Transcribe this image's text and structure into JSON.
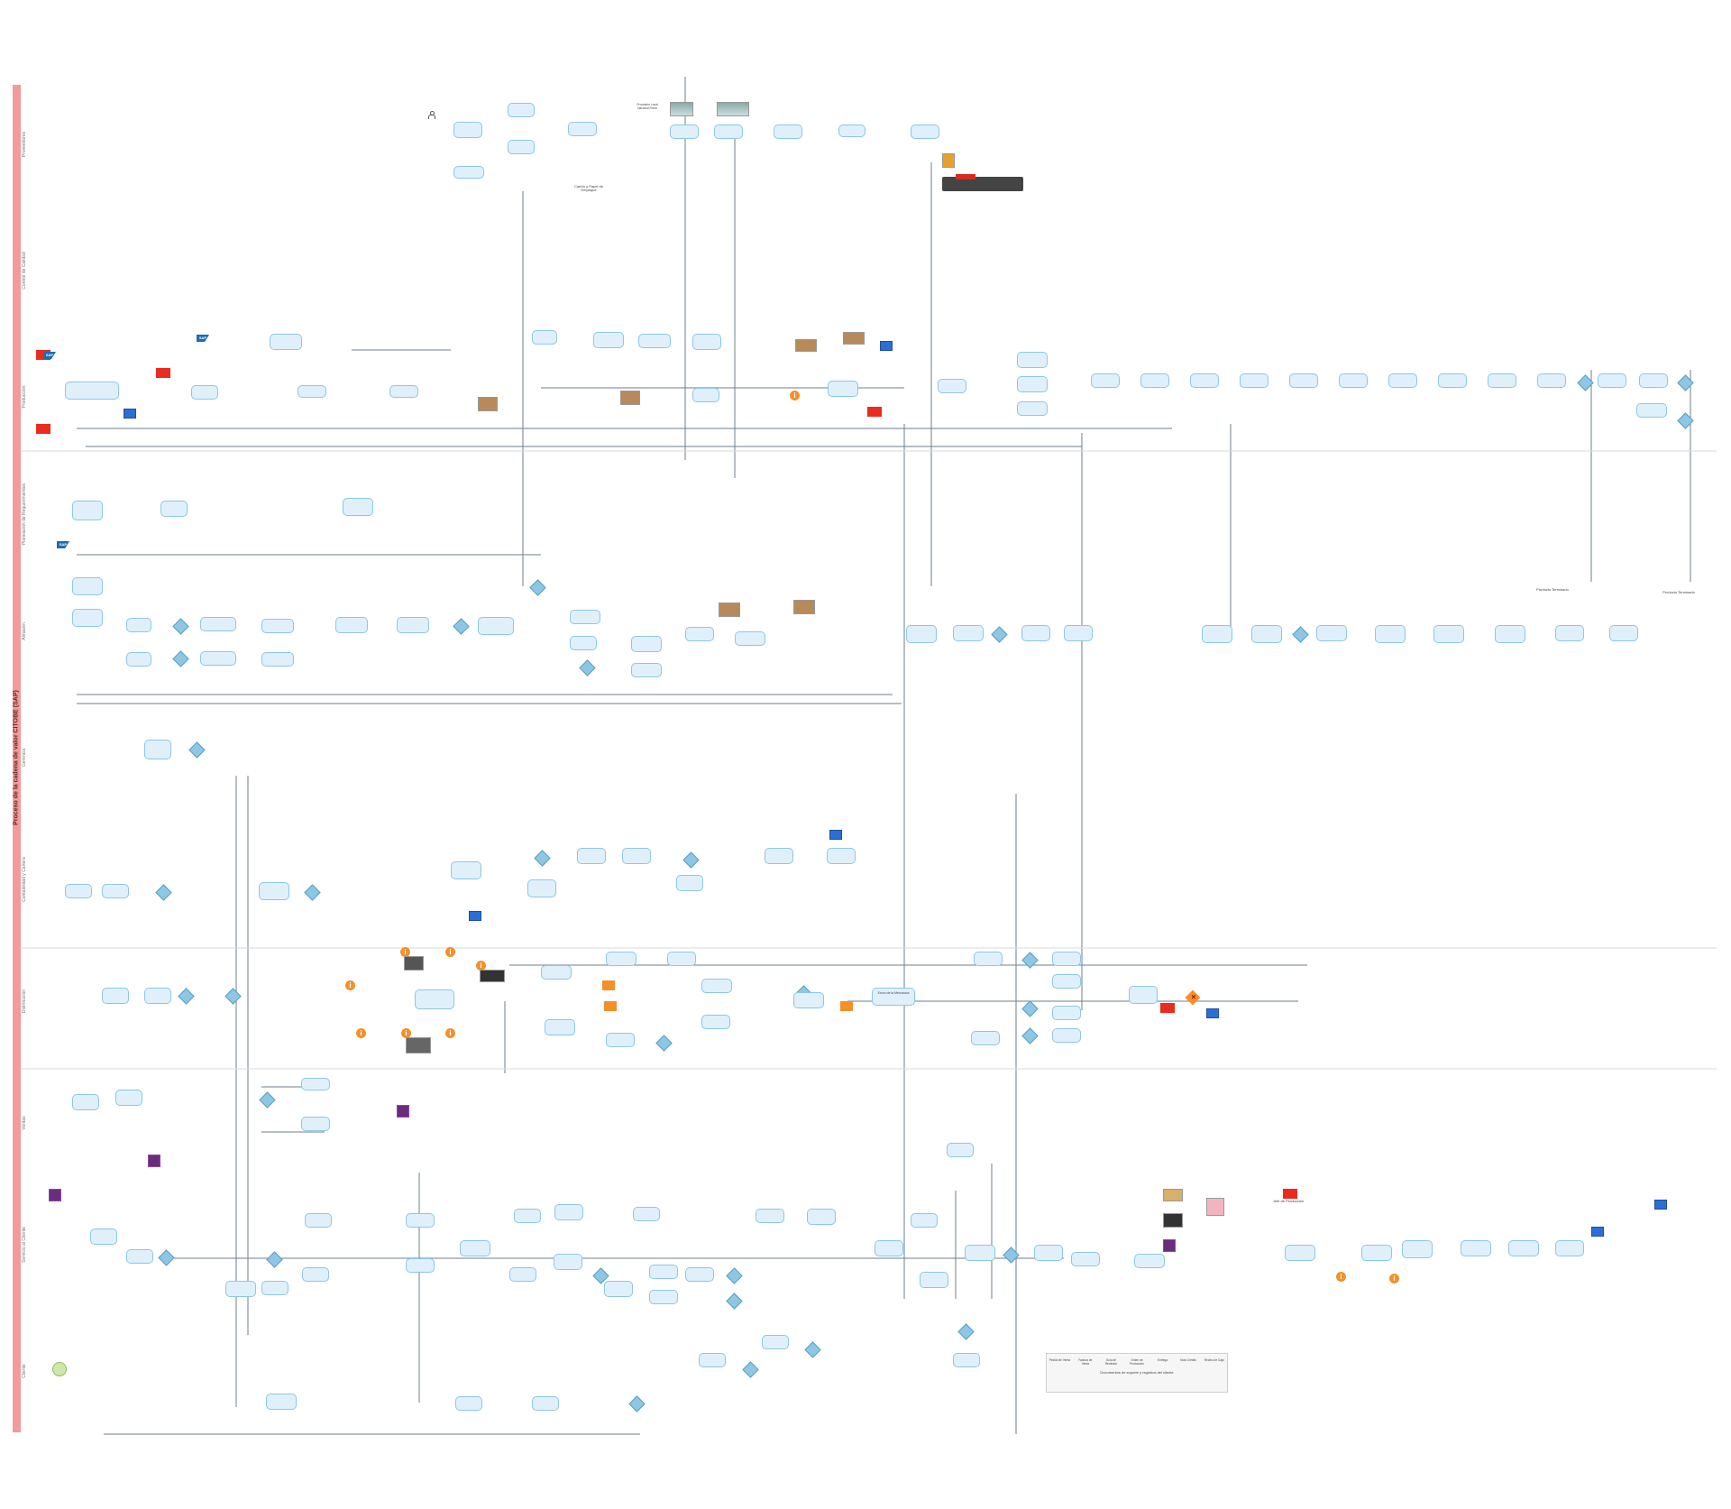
{
  "pool": {
    "title": "Proceso de la cadena de valor CITOBE (SAP)",
    "lanes": [
      "Proveedores",
      "Control de Calidad",
      "Producción",
      "Planeación de Requerimientos",
      "Almacén",
      "Gerencia",
      "Contabilidad y Cartera",
      "Distribución",
      "Ventas",
      "Servicio al Cliente",
      "Cliente"
    ]
  },
  "colors": {
    "pool_bar": "#f39a9a",
    "task_fill": "#dff0fa",
    "task_border": "#8ec7e4",
    "sap_blue": "#1b6db3",
    "alert_red": "#ea2b1f",
    "doc_orange": "#f3902a"
  },
  "icons": [
    "person-icon",
    "sap-logo-icon",
    "gateway-diamond-icon",
    "info-icon",
    "monitor-icon",
    "document-icon",
    "truck-icon",
    "start-event-icon",
    "end-event-icon"
  ],
  "labels": {
    "production_ordered": "Producto Terminado",
    "production_ordered_2": "Producto Terminado",
    "pt_label": "Producto Terminado",
    "fabric": "Cartón y Papel de Empaque",
    "dir_label": "Jefe de Producción",
    "supplier_text": "Proveedor Local Nacional Prima",
    "legend_caption": "Documentos de soporte y registros del cliente",
    "envio": "Envío de la Mercancía"
  },
  "legend_items": [
    "Pedido de Venta",
    "Factura de Venta",
    "Guía de Remisión",
    "Orden de Producción",
    "Entrega",
    "Nota Crédito",
    "Recibo de Caja"
  ]
}
